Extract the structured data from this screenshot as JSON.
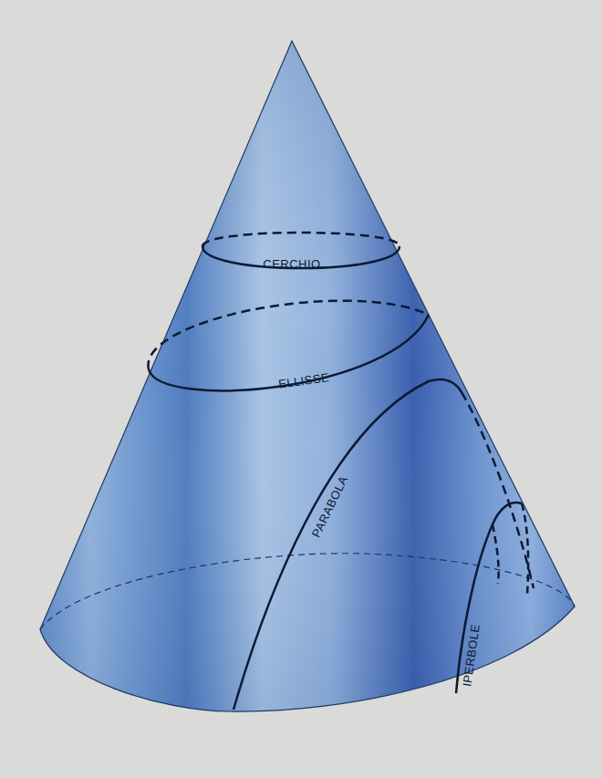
{
  "diagram": {
    "labels": [
      "CERCHIO",
      "ELLISSE",
      "PARABOLA",
      "IPERBOLE"
    ]
  }
}
